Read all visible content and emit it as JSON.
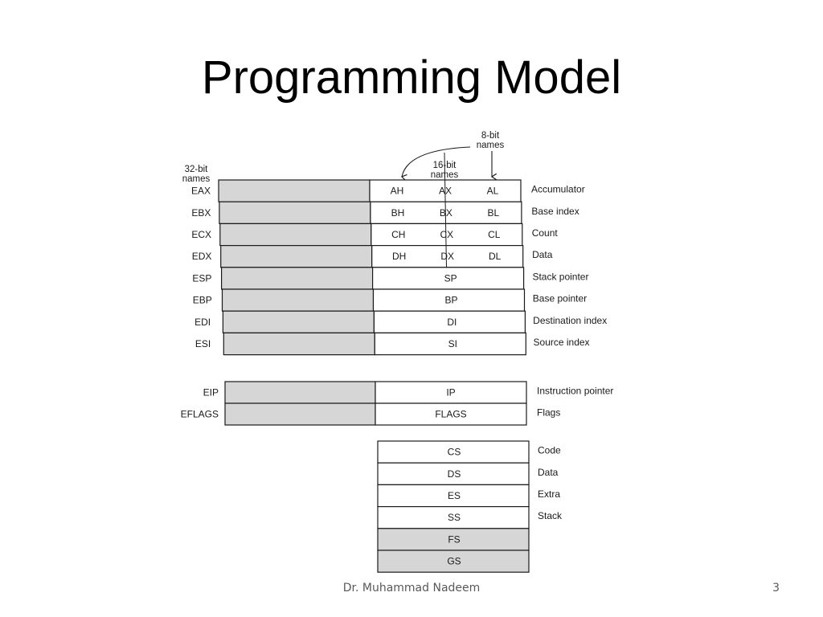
{
  "slide": {
    "title": "Programming Model",
    "footer_author": "Dr. Muhammad Nadeem",
    "footer_page": "3"
  },
  "diagram": {
    "headers": {
      "bit32": [
        "32-bit",
        "names"
      ],
      "bit16": [
        "16-bit",
        "names"
      ],
      "bit8": [
        "8-bit",
        "names"
      ]
    },
    "general_registers": [
      {
        "r32": "EAX",
        "high": "AH",
        "r16": "AX",
        "low": "AL",
        "desc": "Accumulator"
      },
      {
        "r32": "EBX",
        "high": "BH",
        "r16": "BX",
        "low": "BL",
        "desc": "Base index"
      },
      {
        "r32": "ECX",
        "high": "CH",
        "r16": "CX",
        "low": "CL",
        "desc": "Count"
      },
      {
        "r32": "EDX",
        "high": "DH",
        "r16": "DX",
        "low": "DL",
        "desc": "Data"
      },
      {
        "r32": "ESP",
        "r16": "SP",
        "desc": "Stack pointer"
      },
      {
        "r32": "EBP",
        "r16": "BP",
        "desc": "Base pointer"
      },
      {
        "r32": "EDI",
        "r16": "DI",
        "desc": "Destination index"
      },
      {
        "r32": "ESI",
        "r16": "SI",
        "desc": "Source index"
      }
    ],
    "control_registers": [
      {
        "r32": "EIP",
        "r16": "IP",
        "desc": "Instruction pointer"
      },
      {
        "r32": "EFLAGS",
        "r16": "FLAGS",
        "desc": "Flags"
      }
    ],
    "segment_registers": [
      {
        "r16": "CS",
        "desc": "Code",
        "shaded": false
      },
      {
        "r16": "DS",
        "desc": "Data",
        "shaded": false
      },
      {
        "r16": "ES",
        "desc": "Extra",
        "shaded": false
      },
      {
        "r16": "SS",
        "desc": "Stack",
        "shaded": false
      },
      {
        "r16": "FS",
        "desc": "",
        "shaded": true
      },
      {
        "r16": "GS",
        "desc": "",
        "shaded": true
      }
    ],
    "colors": {
      "shade": "#d6d6d6",
      "line": "#1a1a1a"
    }
  }
}
